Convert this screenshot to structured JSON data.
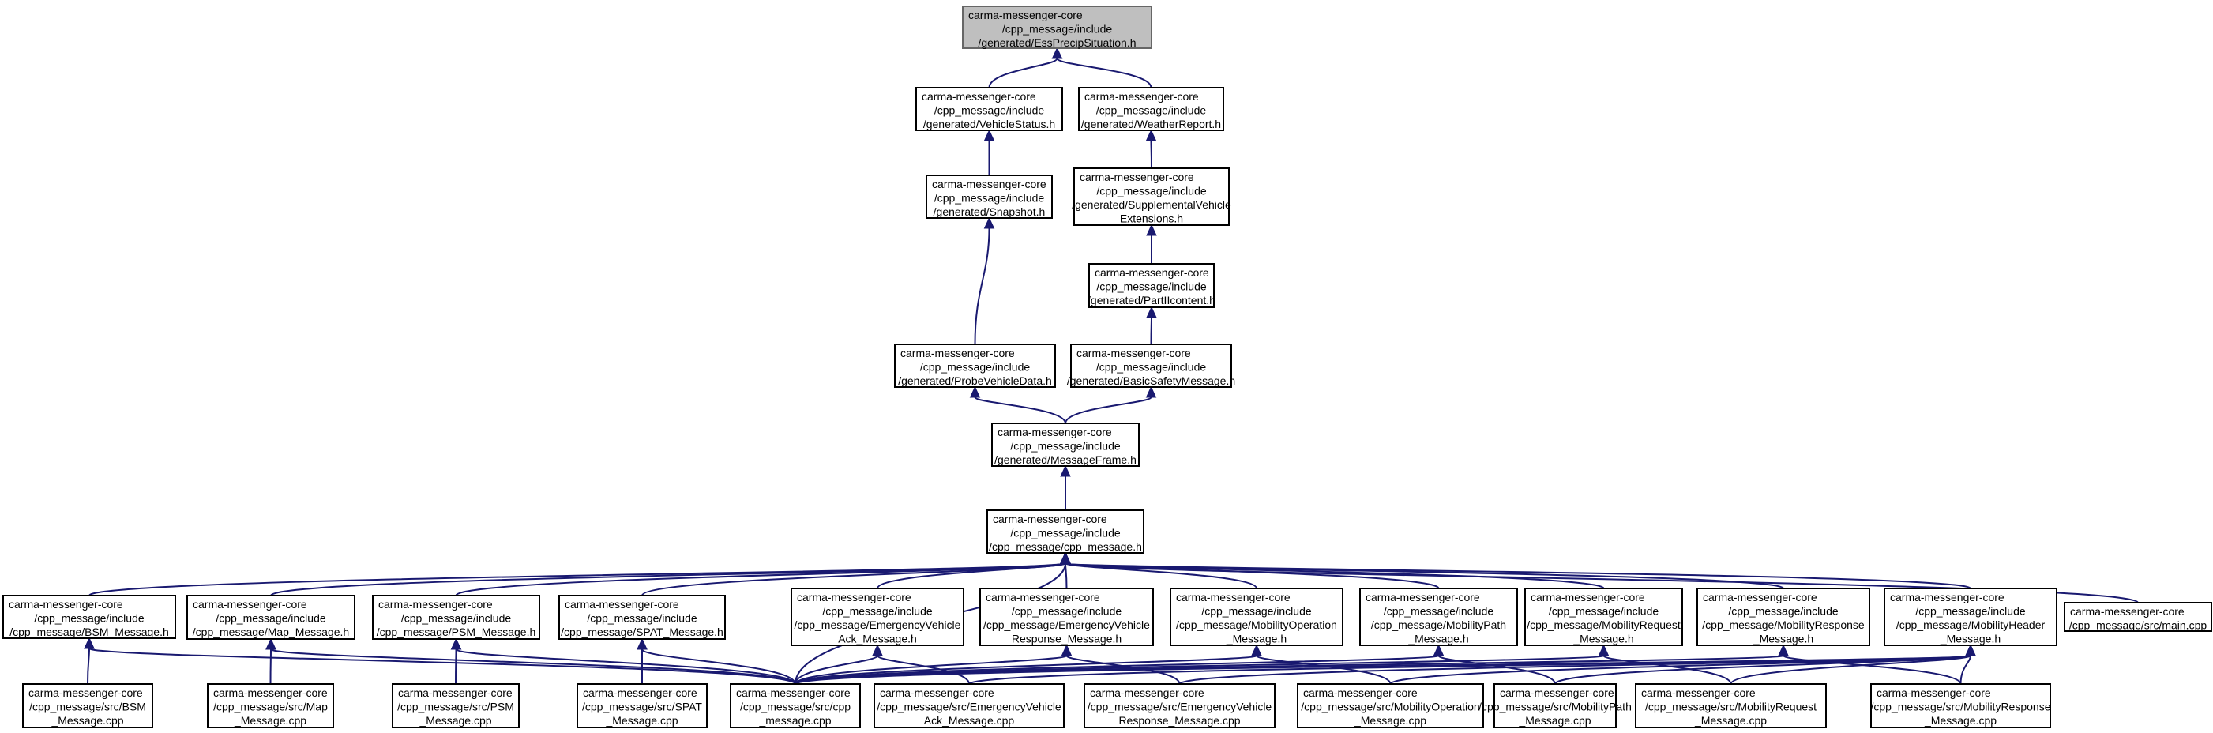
{
  "graph": {
    "edge_color": "#191970",
    "root_fill": "#bfbfbf",
    "nodes": [
      {
        "id": "n1",
        "lines": [
          "carma-messenger-core",
          "/cpp_message/include",
          "/generated/EssPrecipSituation.h"
        ],
        "root": true
      },
      {
        "id": "n2",
        "lines": [
          "carma-messenger-core",
          "/cpp_message/include",
          "/generated/VehicleStatus.h"
        ]
      },
      {
        "id": "n3",
        "lines": [
          "carma-messenger-core",
          "/cpp_message/include",
          "/generated/WeatherReport.h"
        ]
      },
      {
        "id": "n4",
        "lines": [
          "carma-messenger-core",
          "/cpp_message/include",
          "/generated/Snapshot.h"
        ]
      },
      {
        "id": "n5",
        "lines": [
          "carma-messenger-core",
          "/cpp_message/include",
          "/generated/SupplementalVehicle",
          "Extensions.h"
        ]
      },
      {
        "id": "n6",
        "lines": [
          "carma-messenger-core",
          "/cpp_message/include",
          "/generated/PartIIcontent.h"
        ]
      },
      {
        "id": "n7",
        "lines": [
          "carma-messenger-core",
          "/cpp_message/include",
          "/generated/ProbeVehicleData.h"
        ]
      },
      {
        "id": "n8",
        "lines": [
          "carma-messenger-core",
          "/cpp_message/include",
          "/generated/BasicSafetyMessage.h"
        ]
      },
      {
        "id": "n9",
        "lines": [
          "carma-messenger-core",
          "/cpp_message/include",
          "/generated/MessageFrame.h"
        ]
      },
      {
        "id": "n10",
        "lines": [
          "carma-messenger-core",
          "/cpp_message/include",
          "/cpp_message/cpp_message.h"
        ]
      },
      {
        "id": "n11",
        "lines": [
          "carma-messenger-core",
          "/cpp_message/include",
          "/cpp_message/BSM_Message.h"
        ]
      },
      {
        "id": "n12",
        "lines": [
          "carma-messenger-core",
          "/cpp_message/include",
          "/cpp_message/Map_Message.h"
        ]
      },
      {
        "id": "n13",
        "lines": [
          "carma-messenger-core",
          "/cpp_message/include",
          "/cpp_message/PSM_Message.h"
        ]
      },
      {
        "id": "n14",
        "lines": [
          "carma-messenger-core",
          "/cpp_message/include",
          "/cpp_message/SPAT_Message.h"
        ]
      },
      {
        "id": "n15",
        "lines": [
          "carma-messenger-core",
          "/cpp_message/include",
          "/cpp_message/EmergencyVehicle",
          "Ack_Message.h"
        ]
      },
      {
        "id": "n16",
        "lines": [
          "carma-messenger-core",
          "/cpp_message/include",
          "/cpp_message/EmergencyVehicle",
          "Response_Message.h"
        ]
      },
      {
        "id": "n17",
        "lines": [
          "carma-messenger-core",
          "/cpp_message/include",
          "/cpp_message/MobilityOperation",
          "_Message.h"
        ]
      },
      {
        "id": "n18",
        "lines": [
          "carma-messenger-core",
          "/cpp_message/include",
          "/cpp_message/MobilityPath",
          "_Message.h"
        ]
      },
      {
        "id": "n19",
        "lines": [
          "carma-messenger-core",
          "/cpp_message/include",
          "/cpp_message/MobilityRequest",
          "_Message.h"
        ]
      },
      {
        "id": "n20",
        "lines": [
          "carma-messenger-core",
          "/cpp_message/include",
          "/cpp_message/MobilityResponse",
          "_Message.h"
        ]
      },
      {
        "id": "n21",
        "lines": [
          "carma-messenger-core",
          "/cpp_message/include",
          "/cpp_message/MobilityHeader",
          "_Message.h"
        ]
      },
      {
        "id": "n22",
        "lines": [
          "carma-messenger-core",
          "/cpp_message/src/main.cpp"
        ]
      },
      {
        "id": "n23",
        "lines": [
          "carma-messenger-core",
          "/cpp_message/src/BSM",
          "_Message.cpp"
        ]
      },
      {
        "id": "n24",
        "lines": [
          "carma-messenger-core",
          "/cpp_message/src/Map",
          "_Message.cpp"
        ]
      },
      {
        "id": "n25",
        "lines": [
          "carma-messenger-core",
          "/cpp_message/src/PSM",
          "_Message.cpp"
        ]
      },
      {
        "id": "n26",
        "lines": [
          "carma-messenger-core",
          "/cpp_message/src/SPAT",
          "_Message.cpp"
        ]
      },
      {
        "id": "n27",
        "lines": [
          "carma-messenger-core",
          "/cpp_message/src/cpp",
          "_message.cpp"
        ]
      },
      {
        "id": "n28",
        "lines": [
          "carma-messenger-core",
          "/cpp_message/src/EmergencyVehicle",
          "Ack_Message.cpp"
        ]
      },
      {
        "id": "n29",
        "lines": [
          "carma-messenger-core",
          "/cpp_message/src/EmergencyVehicle",
          "Response_Message.cpp"
        ]
      },
      {
        "id": "n30",
        "lines": [
          "carma-messenger-core",
          "/cpp_message/src/MobilityOperation",
          "_Message.cpp"
        ]
      },
      {
        "id": "n31",
        "lines": [
          "carma-messenger-core",
          "/cpp_message/src/MobilityPath",
          "_Message.cpp"
        ]
      },
      {
        "id": "n32",
        "lines": [
          "carma-messenger-core",
          "/cpp_message/src/MobilityRequest",
          "_Message.cpp"
        ]
      },
      {
        "id": "n33",
        "lines": [
          "carma-messenger-core",
          "/cpp_message/src/MobilityResponse",
          "_Message.cpp"
        ]
      }
    ],
    "edges": [
      [
        "n2",
        "n1"
      ],
      [
        "n3",
        "n1"
      ],
      [
        "n4",
        "n2"
      ],
      [
        "n5",
        "n3"
      ],
      [
        "n6",
        "n5"
      ],
      [
        "n7",
        "n4"
      ],
      [
        "n8",
        "n6"
      ],
      [
        "n9",
        "n7"
      ],
      [
        "n9",
        "n8"
      ],
      [
        "n10",
        "n9"
      ],
      [
        "n11",
        "n10"
      ],
      [
        "n12",
        "n10"
      ],
      [
        "n13",
        "n10"
      ],
      [
        "n14",
        "n10"
      ],
      [
        "n15",
        "n10"
      ],
      [
        "n16",
        "n10"
      ],
      [
        "n17",
        "n10"
      ],
      [
        "n18",
        "n10"
      ],
      [
        "n19",
        "n10"
      ],
      [
        "n20",
        "n10"
      ],
      [
        "n21",
        "n10"
      ],
      [
        "n22",
        "n10"
      ],
      [
        "n27",
        "n10"
      ],
      [
        "n23",
        "n11"
      ],
      [
        "n27",
        "n11"
      ],
      [
        "n24",
        "n12"
      ],
      [
        "n27",
        "n12"
      ],
      [
        "n25",
        "n13"
      ],
      [
        "n27",
        "n13"
      ],
      [
        "n26",
        "n14"
      ],
      [
        "n27",
        "n14"
      ],
      [
        "n27",
        "n15"
      ],
      [
        "n28",
        "n15"
      ],
      [
        "n27",
        "n16"
      ],
      [
        "n29",
        "n16"
      ],
      [
        "n27",
        "n17"
      ],
      [
        "n30",
        "n17"
      ],
      [
        "n27",
        "n18"
      ],
      [
        "n31",
        "n18"
      ],
      [
        "n27",
        "n19"
      ],
      [
        "n32",
        "n19"
      ],
      [
        "n27",
        "n20"
      ],
      [
        "n33",
        "n20"
      ],
      [
        "n27",
        "n21"
      ],
      [
        "n28",
        "n21"
      ],
      [
        "n29",
        "n21"
      ],
      [
        "n30",
        "n21"
      ],
      [
        "n31",
        "n21"
      ],
      [
        "n32",
        "n21"
      ],
      [
        "n33",
        "n21"
      ]
    ]
  }
}
